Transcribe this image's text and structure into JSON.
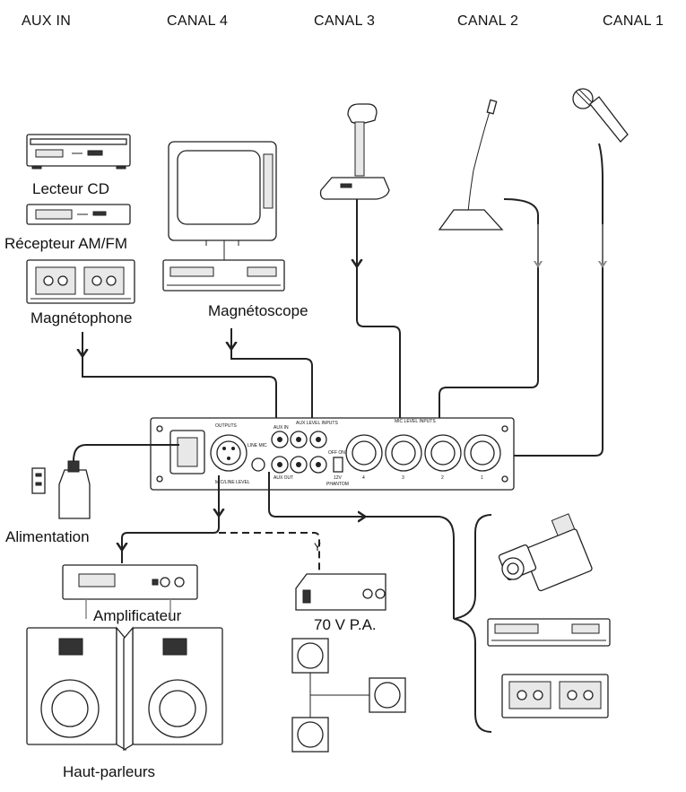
{
  "headers": {
    "aux_in": "AUX IN",
    "canal4": "CANAL 4",
    "canal3": "CANAL 3",
    "canal2": "CANAL 2",
    "canal1": "CANAL 1"
  },
  "devices": {
    "cd": "Lecteur CD",
    "tuner": "Récepteur AM/FM",
    "tape": "Magnétophone",
    "vcr": "Magnétoscope",
    "power": "Alimentation",
    "amp": "Amplificateur",
    "pa": "70 V P.A.",
    "speakers": "Haut-parleurs"
  },
  "panel": {
    "outputs": "OUTPUTS",
    "aux_level_inputs": "AUX LEVEL INPUTS",
    "mic_level_inputs": "MIC LEVEL INPUTS",
    "mic_line_level": "MIC/LINE LEVEL",
    "aux_in": "AUX IN",
    "aux_out": "AUX OUT",
    "line_mic": "LINE MIC",
    "off_on": "OFF ON",
    "phantom_v": "12V",
    "phantom": "PHANTOM",
    "ch4": "4",
    "ch3": "3",
    "ch2": "2",
    "ch1": "1"
  }
}
